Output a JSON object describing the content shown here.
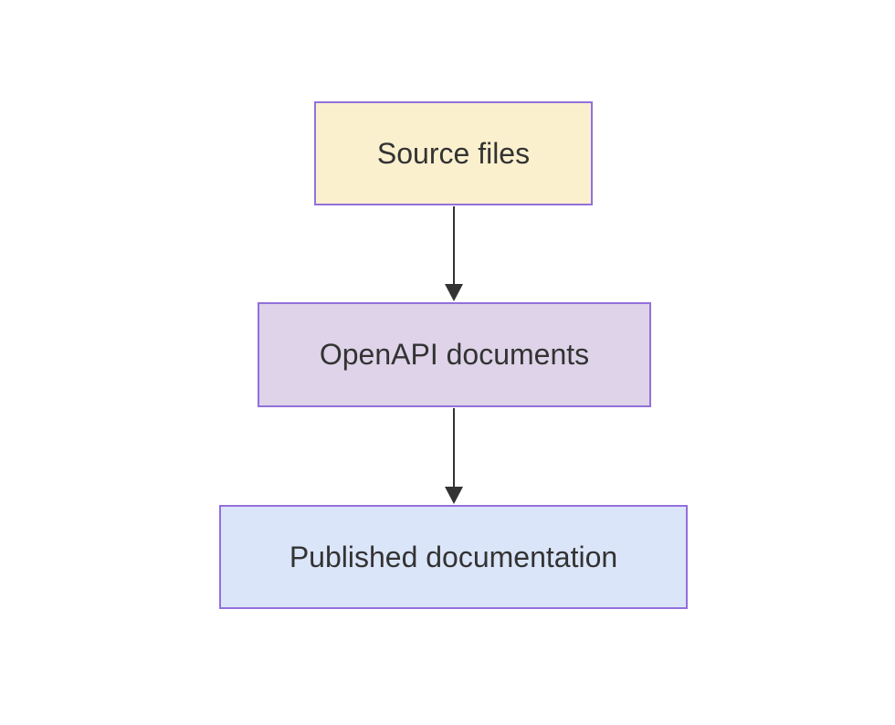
{
  "diagram": {
    "type": "flowchart",
    "direction": "top-down",
    "background_color": "#ffffff",
    "nodes": [
      {
        "id": "source-files",
        "label": "Source files",
        "fill_color": "#fbf0ce",
        "border_color": "#9370db",
        "text_color": "#333333"
      },
      {
        "id": "openapi-documents",
        "label": "OpenAPI documents",
        "fill_color": "#ded3e8",
        "border_color": "#9370db",
        "text_color": "#333333"
      },
      {
        "id": "published-documentation",
        "label": "Published documentation",
        "fill_color": "#dbe5f9",
        "border_color": "#9370db",
        "text_color": "#333333"
      }
    ],
    "edges": [
      {
        "from": "source-files",
        "to": "openapi-documents",
        "arrow": "down",
        "color": "#333333"
      },
      {
        "from": "openapi-documents",
        "to": "published-documentation",
        "arrow": "down",
        "color": "#333333"
      }
    ]
  }
}
